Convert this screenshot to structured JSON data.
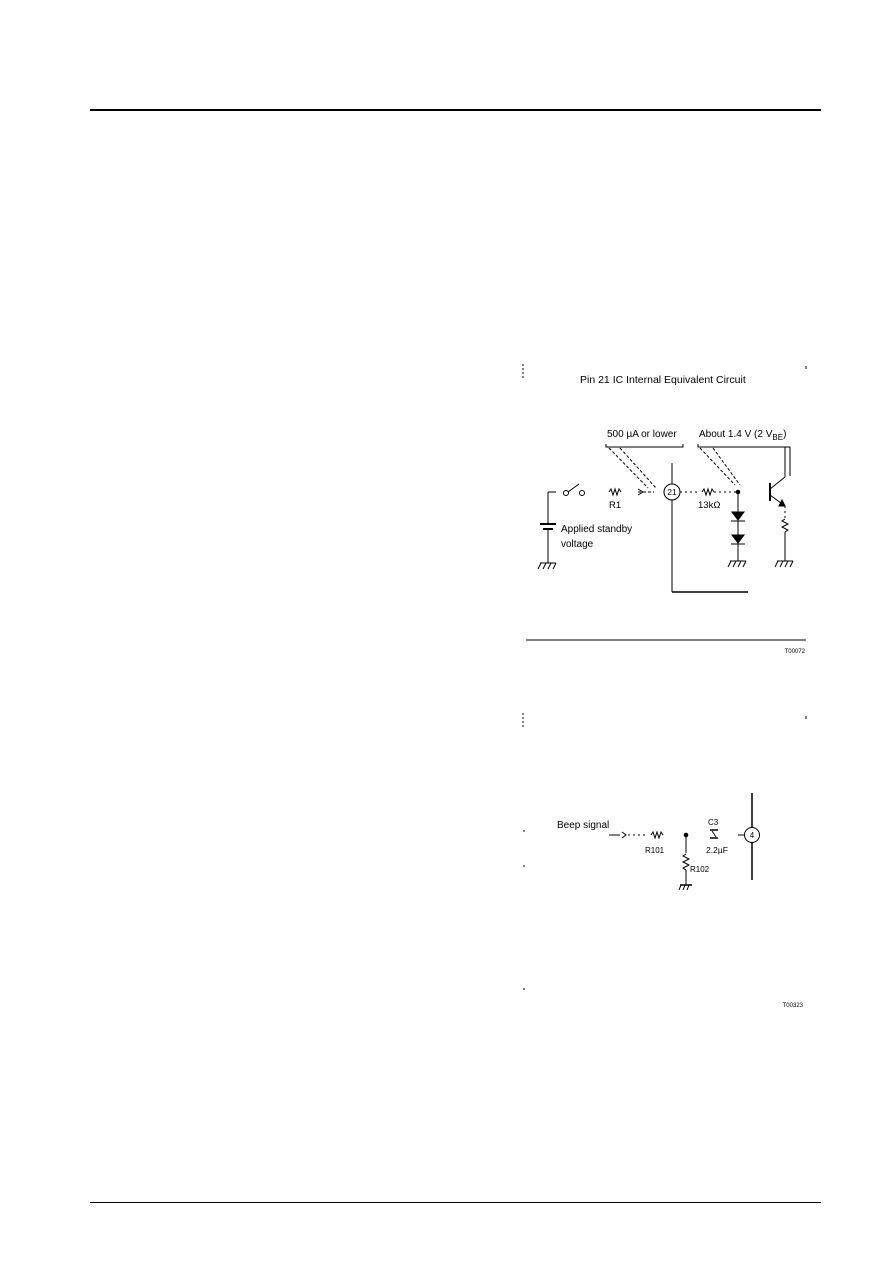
{
  "figure1": {
    "title": "Pin 21 IC Internal Equivalent Circuit",
    "current_label": "500 µA or lower",
    "voltage_label": "About 1.4 V (2 V",
    "voltage_sub": "BE",
    "voltage_close": ")",
    "r1_label": "R1",
    "pin_label": "21",
    "resistor_label": "13kΩ",
    "standby_line1": "Applied standby",
    "standby_line2": "voltage",
    "figure_id": "T00072"
  },
  "figure2": {
    "beep_label": "Beep signal",
    "r101_label": "R101",
    "r102_label": "R102",
    "c3_label": "C3",
    "cap_value": "2.2µF",
    "pin_label": "4",
    "figure_id": "T00323"
  }
}
